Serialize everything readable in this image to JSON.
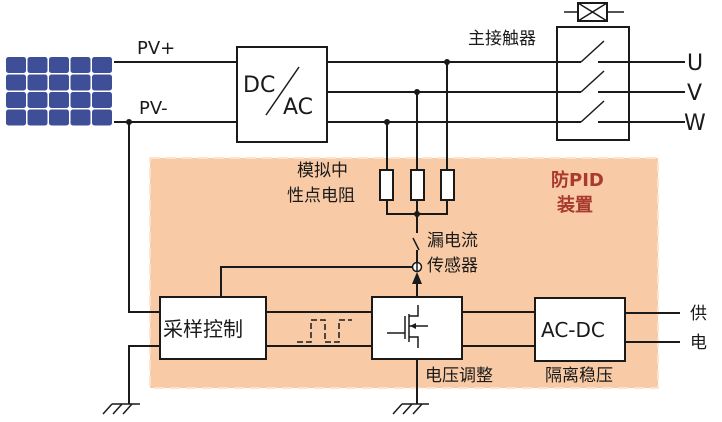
{
  "diagram": {
    "colors": {
      "device_region": "#f8caa5",
      "device_title": "#a83a2e",
      "solar_panel": "#3f4f97",
      "wire": "#1a1a1a"
    },
    "solar_panel": {
      "rows": 4,
      "cols": 5
    },
    "labels": {
      "pv_plus": "PV+",
      "pv_minus": "PV-",
      "dcac_top": "DC",
      "dcac_bottom": "AC",
      "main_contactor": "主接触器",
      "phase_u": "U",
      "phase_v": "V",
      "phase_w": "W",
      "neutral_resistor_line1": "模拟中",
      "neutral_resistor_line2": "性点电阻",
      "device_title_line1": "防PID",
      "device_title_line2": "装置",
      "leakage_sensor_line1": "漏电流",
      "leakage_sensor_line2": "传感器",
      "sampling_control": "采样控制",
      "voltage_regulation": "电压调整",
      "acdc": "AC-DC",
      "isolated_regulation": "隔离稳压",
      "power_supply_line1": "供",
      "power_supply_line2": "电"
    }
  }
}
